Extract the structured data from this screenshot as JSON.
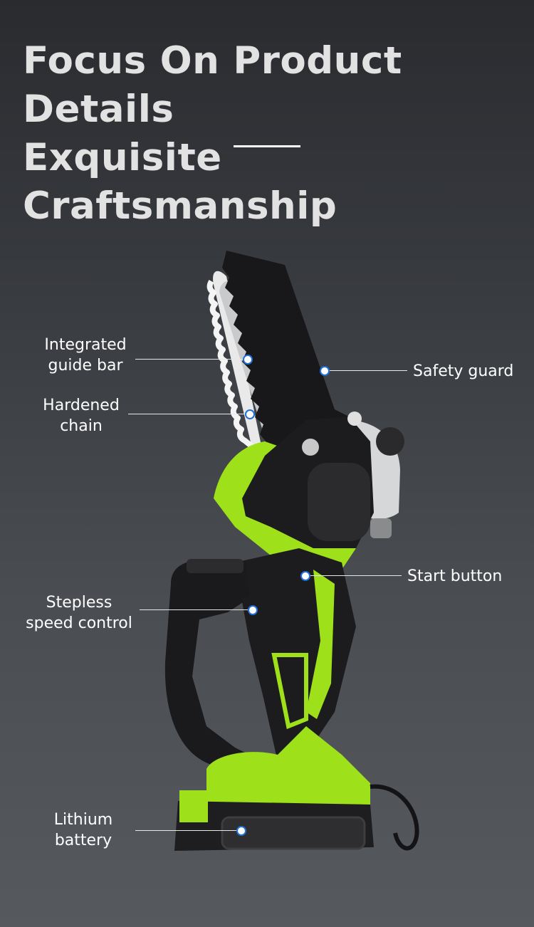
{
  "header": {
    "title_line1": "Focus On Product Details",
    "title_line2": "Exquisite Craftsmanship"
  },
  "callouts": {
    "guide_bar": {
      "line1": "Integrated",
      "line2": "guide bar"
    },
    "chain": {
      "line1": "Hardened",
      "line2": "chain"
    },
    "safety_guard": {
      "line1": "Safety guard"
    },
    "start_button": {
      "line1": "Start button"
    },
    "speed_control": {
      "line1": "Stepless",
      "line2": "speed control"
    },
    "battery": {
      "line1": "Lithium",
      "line2": "battery"
    }
  },
  "colors": {
    "accent_green": "#9ee01a",
    "body_black": "#1c1c1e",
    "dot_blue": "#1f6fd6"
  },
  "icons": [
    "chainsaw-product-image",
    "callout-dot-icon"
  ]
}
